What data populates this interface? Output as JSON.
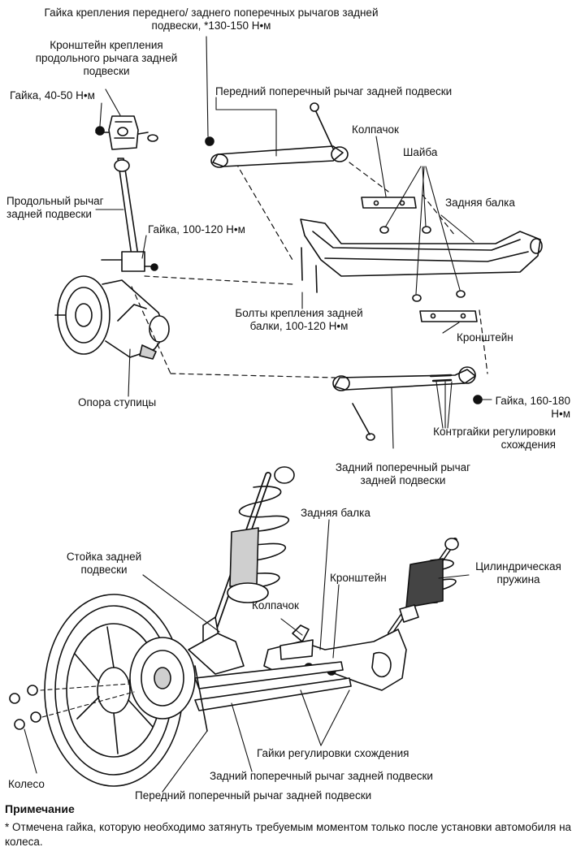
{
  "colors": {
    "ink": "#111111",
    "paper": "#ffffff",
    "shade": "#cfcfcf"
  },
  "top_labels": {
    "front_rear_arm_nut": "Гайка крепления переднего/ заднего поперечных рычагов задней подвески, *130-150 Н•м",
    "trailing_arm_bracket": "Кронштейн крепления продольного рычага задней подвески",
    "nut_40_50": "Гайка, 40-50 Н•м",
    "front_lateral_arm": "Передний поперечный рычаг задней подвески",
    "cap": "Колпачок",
    "washer": "Шайба",
    "rear_beam": "Задняя балка",
    "trailing_arm": "Продольный рычаг задней подвески",
    "nut_100_120": "Гайка, 100-120 Н•м",
    "beam_bolts": "Болты крепления задней балки, 100-120 Н•м",
    "bracket": "Кронштейн",
    "nut_160_180": "Гайка, 160-180 Н•м",
    "hub_carrier": "Опора ступицы",
    "toe_locknuts": "Контргайки регулировки схождения",
    "rear_lateral_arm": "Задний поперечный рычаг задней подвески"
  },
  "bottom_labels": {
    "rear_beam": "Задняя балка",
    "strut": "Стойка задней подвески",
    "bracket": "Кронштейн",
    "coil_spring": "Цилиндрическая пружина",
    "cap": "Колпачок",
    "toe_nuts": "Гайки регулировки схождения",
    "rear_lateral_arm": "Задний поперечный рычаг задней подвески",
    "wheel": "Колесо",
    "front_lateral_arm": "Передний поперечный рычаг задней подвески"
  },
  "note": {
    "title": "Примечание",
    "text": "* Отмечена гайка, которую необходимо затянуть требуемым моментом только после установки автомобиля на колеса."
  }
}
